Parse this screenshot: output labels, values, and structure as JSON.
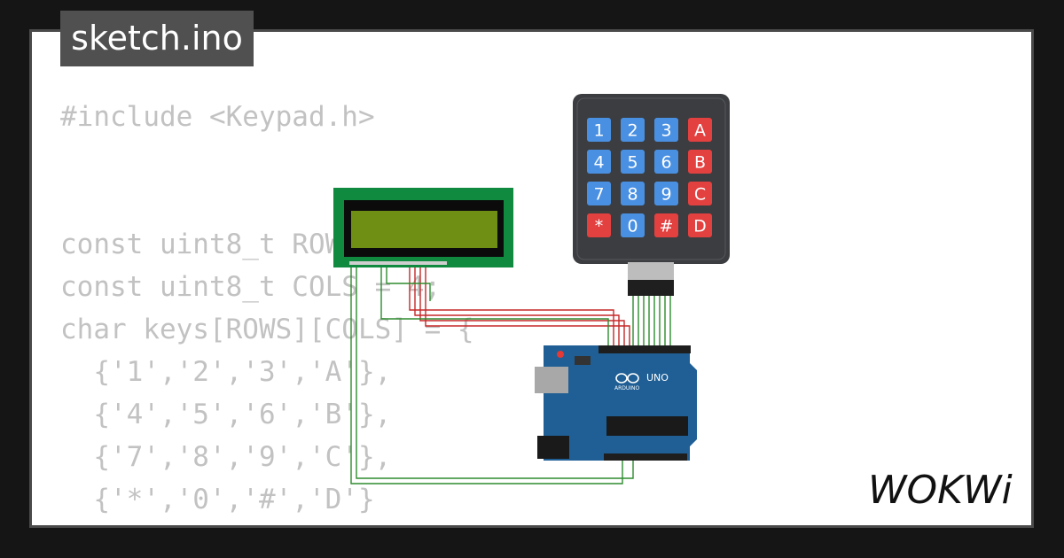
{
  "file_tab": {
    "label": "sketch.ino"
  },
  "code_lines": [
    "#include <Keypad.h>",
    "",
    "",
    "const uint8_t ROWS = 4;",
    "const uint8_t COLS = 4;",
    "char keys[ROWS][COLS] = {",
    "  {'1','2','3','A'},",
    "  {'4','5','6','B'},",
    "  {'7','8','9','C'},",
    "  {'*','0','#','D'}",
    "};"
  ],
  "keypad": {
    "keys": [
      [
        "1",
        "2",
        "3",
        "A"
      ],
      [
        "4",
        "5",
        "6",
        "B"
      ],
      [
        "7",
        "8",
        "9",
        "C"
      ],
      [
        "*",
        "0",
        "#",
        "D"
      ]
    ]
  },
  "arduino": {
    "model": "UNO",
    "brand": "ARDUINO"
  },
  "logo": {
    "text": "WOKWi"
  },
  "colors": {
    "background": "#151515",
    "card": "#ffffff",
    "code_text": "#c2c2c2",
    "lcd_pcb": "#0f8a3e",
    "lcd_screen": "#6f8f14",
    "keypad_body": "#3b3d40",
    "key_blue": "#4a90e2",
    "key_red": "#e34040",
    "board_blue": "#1f5f95",
    "wire_red": "#c62828",
    "wire_green": "#2e8b2e"
  }
}
